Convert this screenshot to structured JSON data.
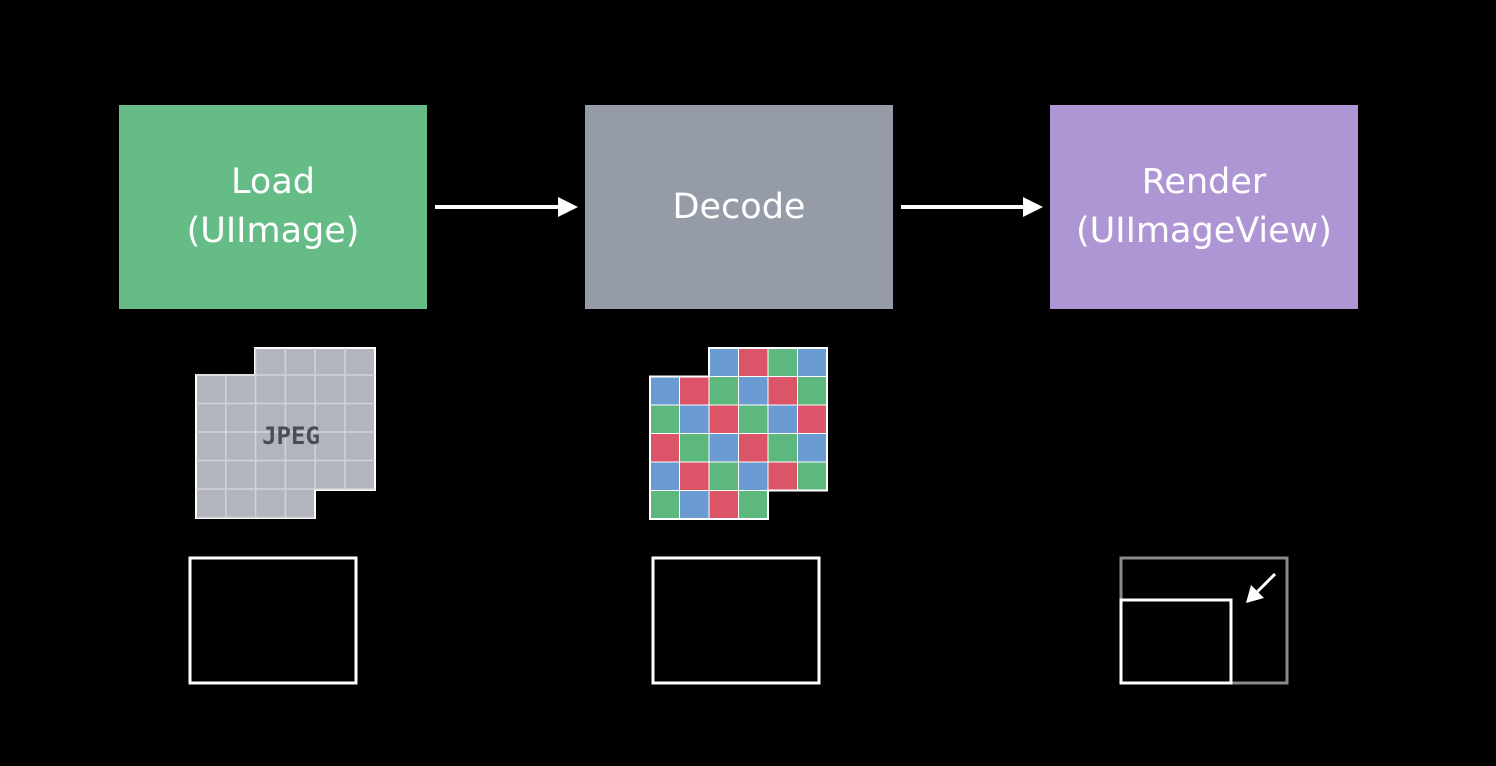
{
  "stages": [
    {
      "id": "load",
      "lines": [
        "Load",
        "(UIImage)"
      ],
      "color": "#65bc86"
    },
    {
      "id": "decode",
      "lines": [
        "Decode"
      ],
      "color": "#959ca7"
    },
    {
      "id": "render",
      "lines": [
        "Render",
        "(UIImageView)"
      ],
      "color": "#ad96d3"
    }
  ],
  "jpeg_graphic": {
    "label": "JPEG",
    "fill": "#b2b5bd",
    "grid_color": "#d2d4d9",
    "label_color": "#4a4d57"
  },
  "pixel_graphic": {
    "colors": {
      "red": "#dc5468",
      "green": "#5db87e",
      "blue": "#6a9bd3"
    }
  },
  "frame_color": "#ffffff",
  "dim_frame_color": "#8a8a8a"
}
